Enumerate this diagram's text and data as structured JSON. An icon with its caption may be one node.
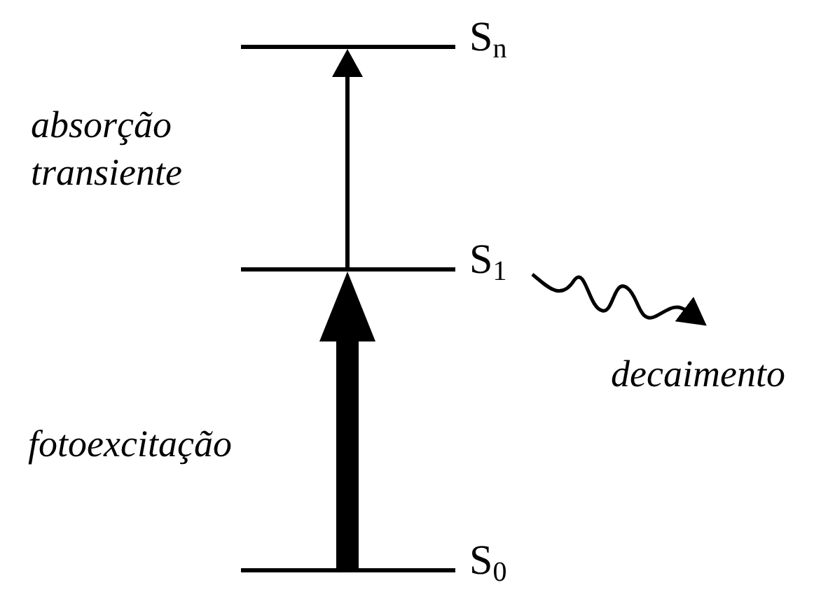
{
  "diagram": {
    "nodes": [
      {
        "text": [],
        "shape": "bar",
        "beside": [
          "S$_{n}$"
        ]
      },
      {
        "text": [],
        "shape": "bar",
        "beside": [
          "S$_{1}$"
        ]
      },
      {
        "text": [],
        "shape": "bar",
        "beside": [
          "S$_{0}$"
        ]
      }
    ],
    "edges": [
      {
        "from": 1,
        "to": 0,
        "arrow": "to",
        "label": "absorção transiente"
      },
      {
        "from": 2,
        "to": 1,
        "arrow": "to",
        "label": "fotoexcitação",
        "style": "thick"
      },
      {
        "from": 1,
        "to": null,
        "arrow": "to",
        "label": "decaimento"
      }
    ]
  }
}
